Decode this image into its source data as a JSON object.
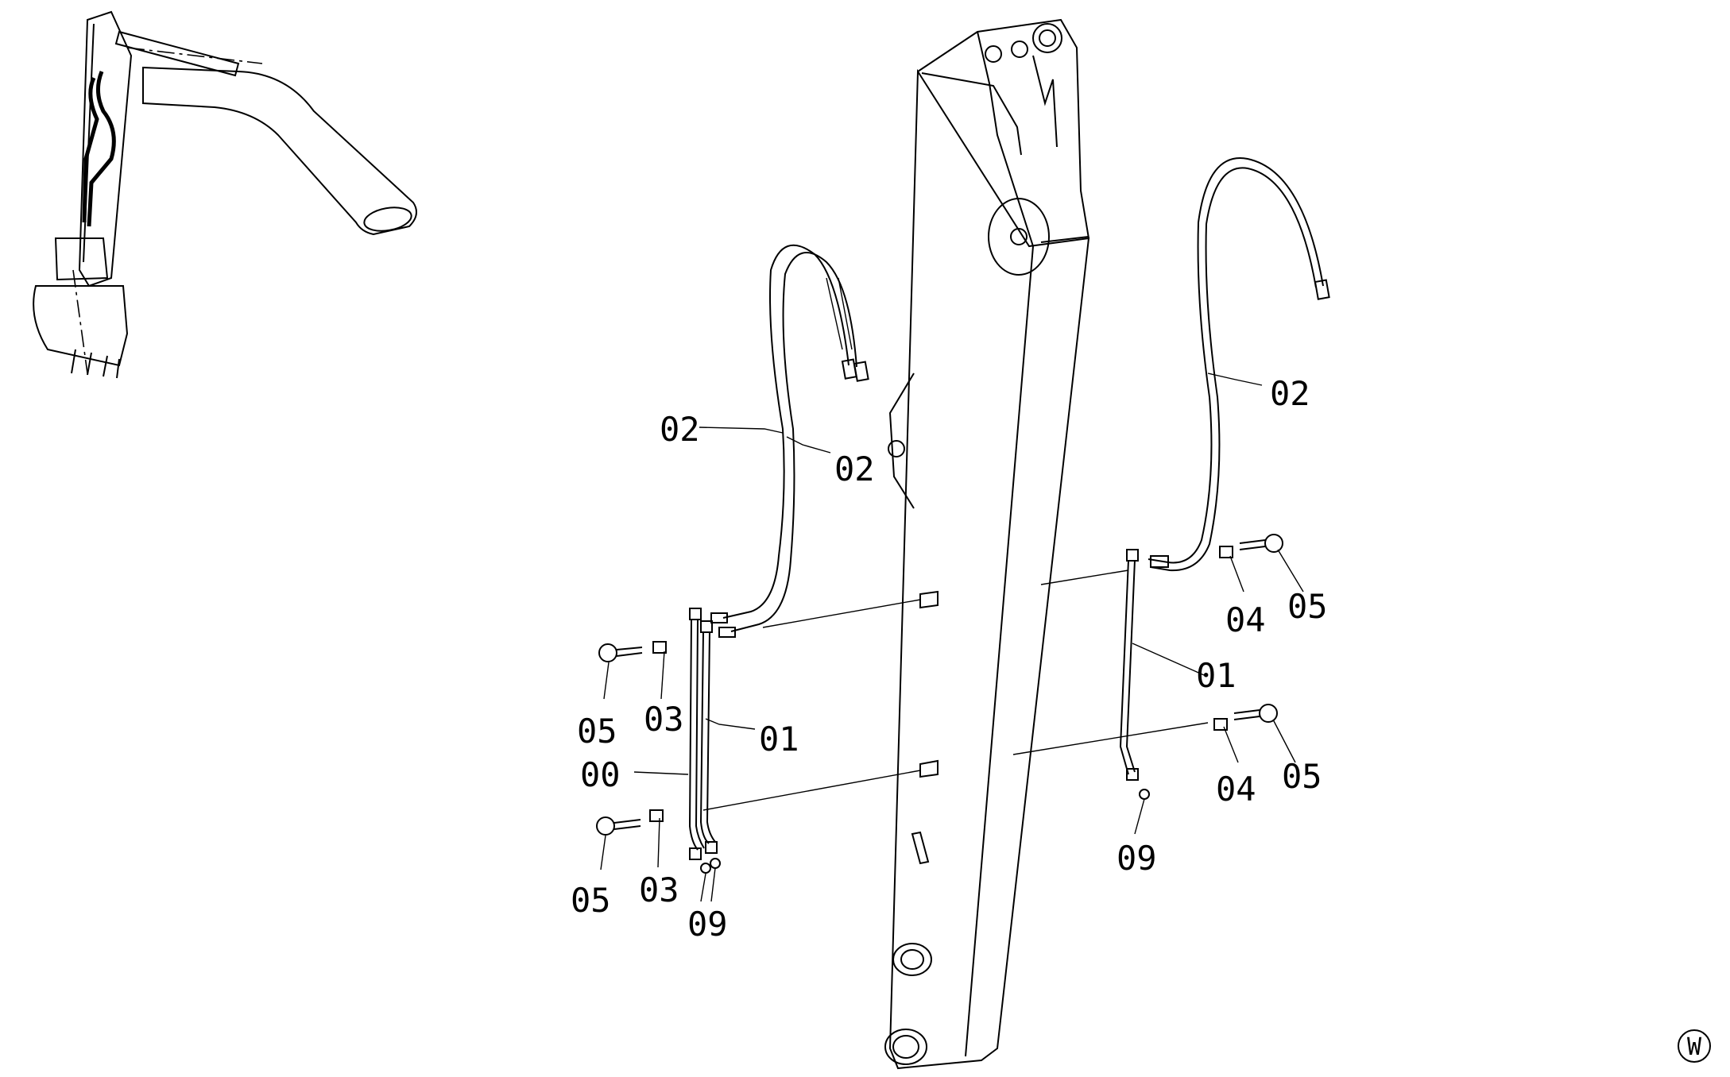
{
  "labels": {
    "l00": "00",
    "l01a": "01",
    "l01b": "01",
    "l02a": "02",
    "l02b": "02",
    "l02c": "02",
    "l03a": "03",
    "l03b": "03",
    "l04a": "04",
    "l04b": "04",
    "l05a": "05",
    "l05b": "05",
    "l05c": "05",
    "l05d": "05",
    "l09a": "09",
    "l09b": "09"
  },
  "corner_mark": "W"
}
